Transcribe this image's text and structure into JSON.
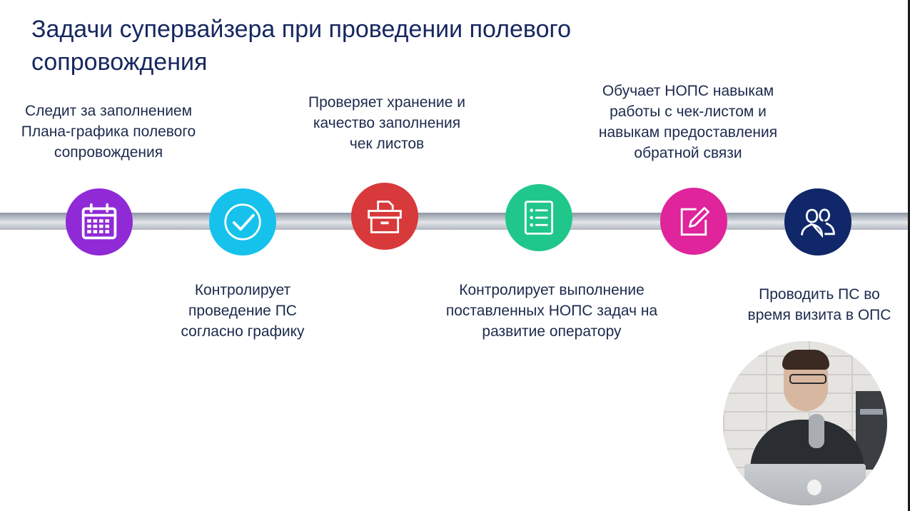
{
  "title": "Задачи супервайзера при проведении полевого\nсопровождения",
  "steps": [
    {
      "caption": "Следит за заполнением\nПлана-графика полевого\nсопровождения",
      "icon": "calendar-icon",
      "color": "#8f2ad6"
    },
    {
      "caption": "Контролирует\nпроведение ПС\nсогласно графику",
      "icon": "checkmark-icon",
      "color": "#16c2ec"
    },
    {
      "caption": "Проверяет хранение и\nкачество  заполнения\nчек листов",
      "icon": "archive-box-icon",
      "color": "#d8393a"
    },
    {
      "caption": "Контролирует выполнение\nпоставленных НОПС задач на\nразвитие оператору",
      "icon": "checklist-icon",
      "color": "#20c78a"
    },
    {
      "caption": "Обучает НОПС навыкам\nработы с чек-листом и\nнавыкам предоставления\nобратной связи",
      "icon": "edit-pencil-icon",
      "color": "#e0249b"
    },
    {
      "caption": "Проводить ПС во\nвремя визита в ОПС",
      "icon": "users-icon",
      "color": "#10276a"
    }
  ]
}
